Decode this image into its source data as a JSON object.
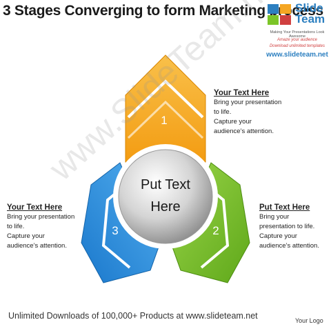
{
  "title": "3 Stages Converging to form Marketing process",
  "logo": {
    "name_line1": "Slide",
    "name_line2": "Team",
    "tagline": "Making Your Presentations Look Awesome",
    "line1": "Amaze your audience",
    "line2": "Download unlimited templates",
    "url": "www.slideteam.net"
  },
  "watermark": "www.SlideTeam.net",
  "center": {
    "line1": "Put Text",
    "line2": "Here"
  },
  "stages": [
    {
      "number": "1",
      "color": "#f5a623"
    },
    {
      "number": "2",
      "color": "#7cc528"
    },
    {
      "number": "3",
      "color": "#2a8fe0"
    }
  ],
  "text_blocks": {
    "top_right": {
      "heading": "Your Text Here",
      "lines": [
        "Bring your presentation",
        "to life.",
        "Capture your",
        "audience’s attention."
      ]
    },
    "left": {
      "heading": "Your Text Here",
      "lines": [
        "Bring your presentation",
        "to life.",
        "Capture your",
        "audience’s attention."
      ]
    },
    "bottom_right": {
      "heading": "Put Text Here",
      "lines": [
        "Bring your",
        "presentation to life.",
        "Capture your",
        "audience’s attention."
      ]
    }
  },
  "footer": "Unlimited Downloads of 100,000+ Products at www.slideteam.net",
  "your_logo": "Your Logo"
}
